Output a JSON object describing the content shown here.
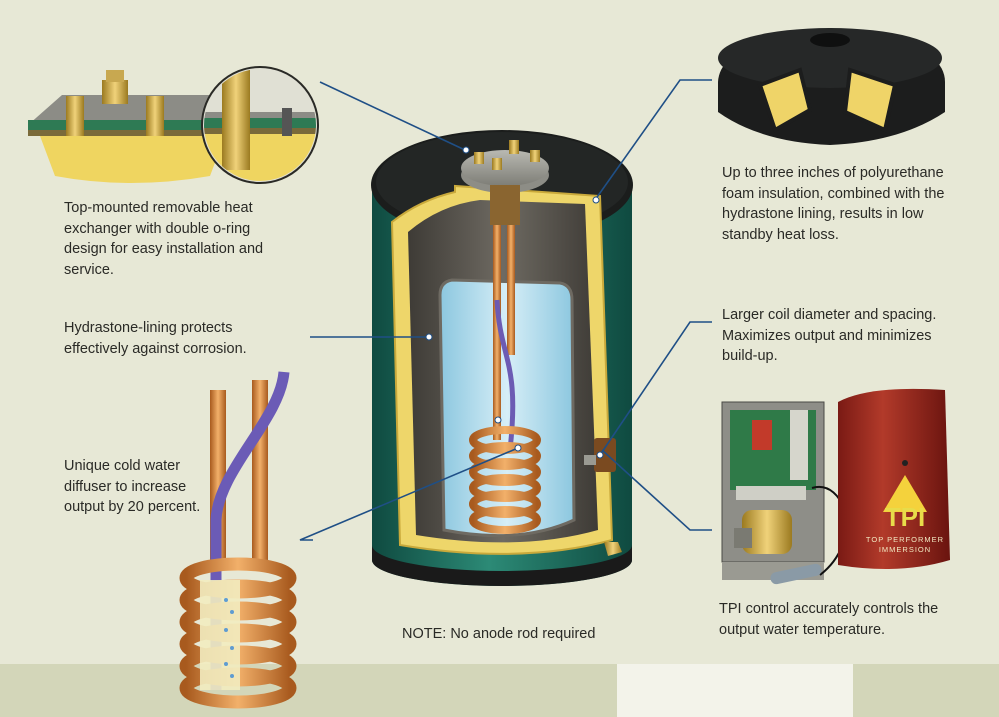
{
  "captions": {
    "heat_exchanger": "Top-mounted removable heat exchanger with double o-ring design for easy installation and service.",
    "hydrastone": "Hydrastone-lining protects effectively against corrosion.",
    "diffuser": "Unique cold water diffuser to increase output by 20 percent.",
    "insulation": "Up to three inches of polyurethane foam insulation, combined with the hydrastone lining, results in low standby heat loss.",
    "coil": "Larger coil diameter and spacing. Maximizes output and minimizes build-up.",
    "control": "TPI control accurately controls the output water temperature.",
    "note": "NOTE: No anode rod required"
  },
  "control_box": {
    "logo": "TPI",
    "brand_line1": "TOP PERFORMER",
    "brand_line2": "IMMERSION"
  },
  "colors": {
    "background": "#e7e8d6",
    "tank_shell": "#1e6a5c",
    "insulation": "#f0dc72",
    "liner": "#5a5650",
    "water": "#bfe3f1",
    "copper": "#d98a3c",
    "leader_line": "#1f4f86"
  }
}
